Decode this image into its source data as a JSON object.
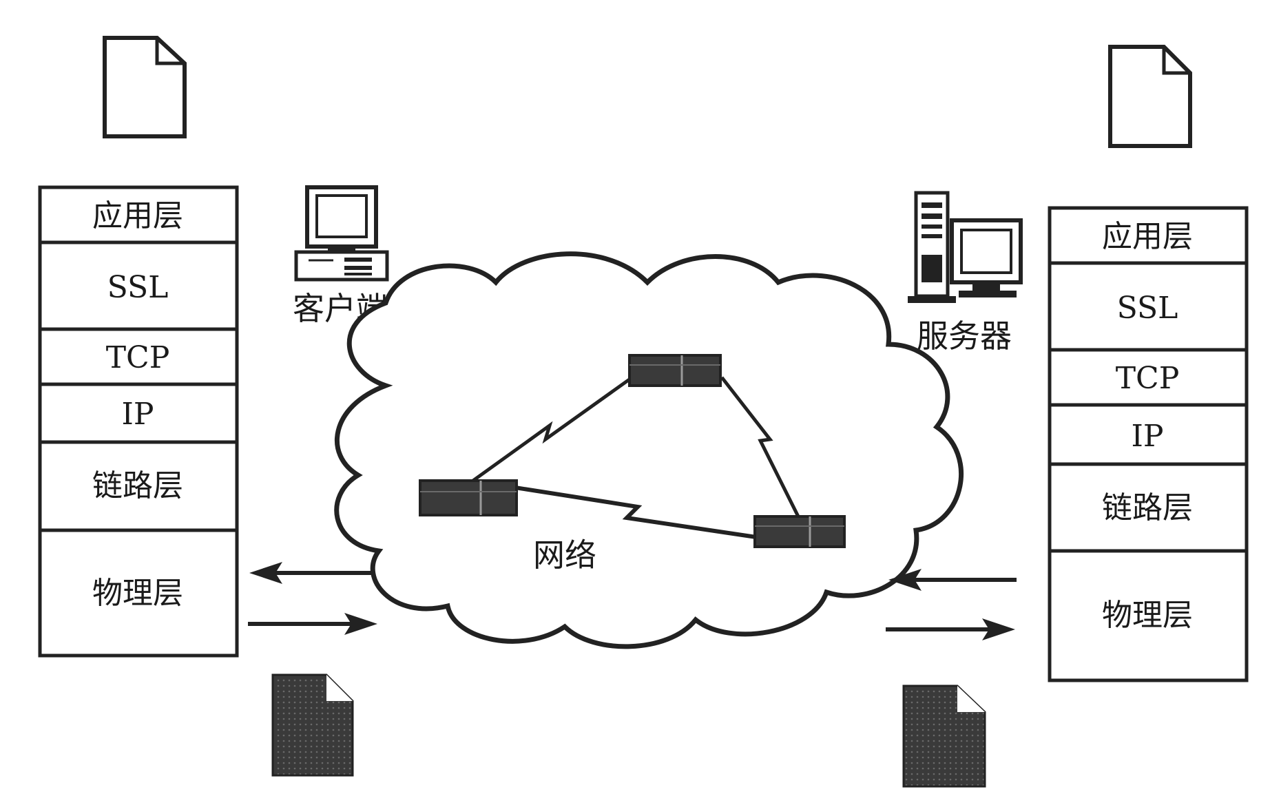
{
  "client": {
    "label": "客户端",
    "layers": [
      "应用层",
      "SSL",
      "TCP",
      "IP",
      "链路层",
      "物理层"
    ]
  },
  "server": {
    "label": "服务器",
    "layers": [
      "应用层",
      "SSL",
      "TCP",
      "IP",
      "链路层",
      "物理层"
    ]
  },
  "network": {
    "label": "网络"
  }
}
